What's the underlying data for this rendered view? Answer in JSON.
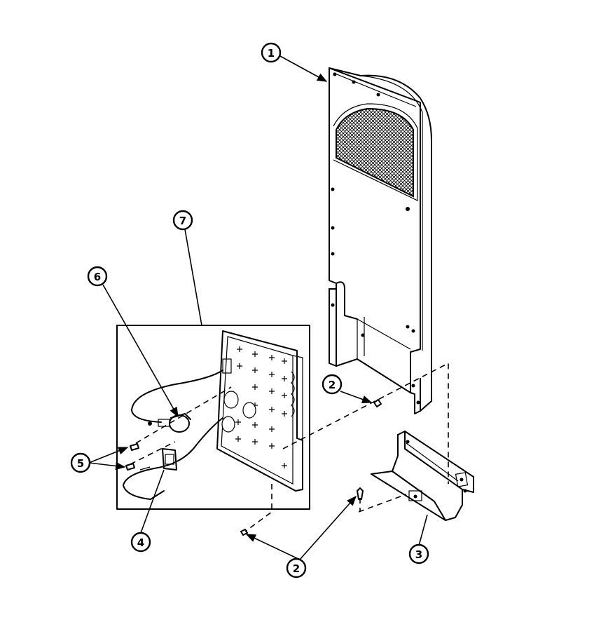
{
  "callouts": [
    {
      "label": "1"
    },
    {
      "label": "2"
    },
    {
      "label": "2"
    },
    {
      "label": "3"
    },
    {
      "label": "4"
    },
    {
      "label": "5"
    },
    {
      "label": "6"
    },
    {
      "label": "7"
    }
  ]
}
